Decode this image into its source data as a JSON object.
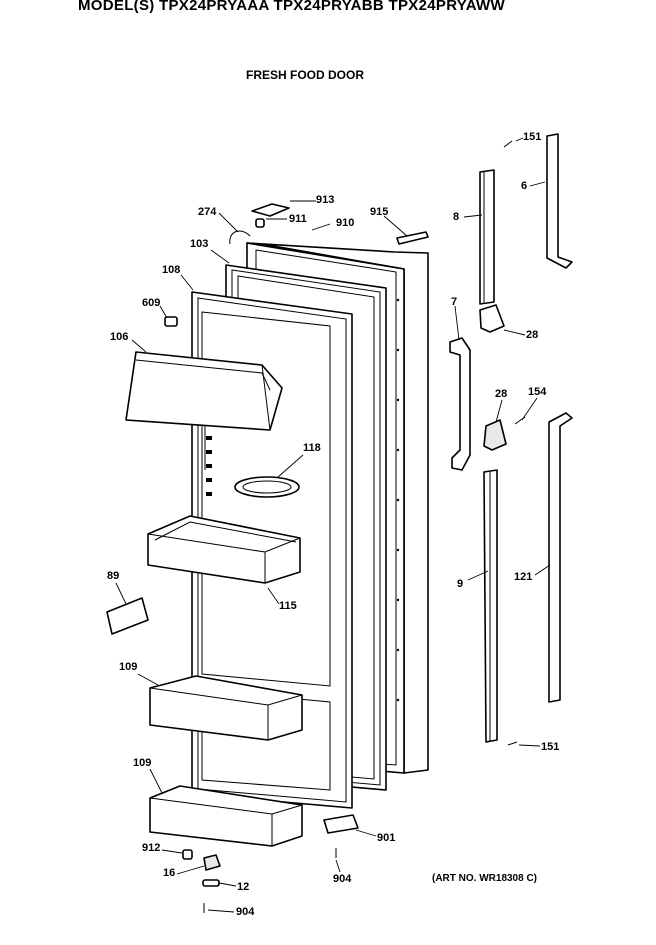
{
  "header": {
    "title": "MODEL(S) TPX24PRYAAA TPX24PRYABB TPX24PRYAWW",
    "subtitle": "FRESH FOOD DOOR"
  },
  "footer": {
    "art_number": "(ART NO. WR18308 C)"
  },
  "callouts": [
    {
      "id": "c151a",
      "label": "151",
      "part": "screw-top"
    },
    {
      "id": "c6",
      "label": "6",
      "part": "door-trim-top"
    },
    {
      "id": "c913",
      "label": "913",
      "part": "hinge-plate"
    },
    {
      "id": "c274",
      "label": "274",
      "part": "wire-clip"
    },
    {
      "id": "c911",
      "label": "911",
      "part": "bushing"
    },
    {
      "id": "c910",
      "label": "910",
      "part": "outer-door-panel"
    },
    {
      "id": "c915",
      "label": "915",
      "part": "label-strip"
    },
    {
      "id": "c8",
      "label": "8",
      "part": "handle-mount-top"
    },
    {
      "id": "c103",
      "label": "103",
      "part": "door-gasket"
    },
    {
      "id": "c108",
      "label": "108",
      "part": "door-liner"
    },
    {
      "id": "c609",
      "label": "609",
      "part": "dairy-door-stop"
    },
    {
      "id": "c7",
      "label": "7",
      "part": "door-handle"
    },
    {
      "id": "c28a",
      "label": "28",
      "part": "handle-bracket-top"
    },
    {
      "id": "c106",
      "label": "106",
      "part": "dairy-compartment-door"
    },
    {
      "id": "c28b",
      "label": "28",
      "part": "handle-bracket-bottom"
    },
    {
      "id": "c154",
      "label": "154",
      "part": "screw-bracket"
    },
    {
      "id": "c118",
      "label": "118",
      "part": "ring-insert"
    },
    {
      "id": "c89",
      "label": "89",
      "part": "small-bin"
    },
    {
      "id": "c115",
      "label": "115",
      "part": "upper-shelf-bin"
    },
    {
      "id": "c9",
      "label": "9",
      "part": "handle-mount-bottom"
    },
    {
      "id": "c121",
      "label": "121",
      "part": "door-trim-bottom"
    },
    {
      "id": "c109a",
      "label": "109",
      "part": "door-bin-middle"
    },
    {
      "id": "c151b",
      "label": "151",
      "part": "screw-bottom"
    },
    {
      "id": "c109b",
      "label": "109",
      "part": "door-bin-bottom"
    },
    {
      "id": "c901",
      "label": "901",
      "part": "bottom-hinge-cap"
    },
    {
      "id": "c912",
      "label": "912",
      "part": "bushing-bottom"
    },
    {
      "id": "c16",
      "label": "16",
      "part": "door-stop"
    },
    {
      "id": "c904a",
      "label": "904",
      "part": "screw-hinge-cap"
    },
    {
      "id": "c12",
      "label": "12",
      "part": "pin"
    },
    {
      "id": "c904b",
      "label": "904",
      "part": "screw-lower"
    }
  ]
}
